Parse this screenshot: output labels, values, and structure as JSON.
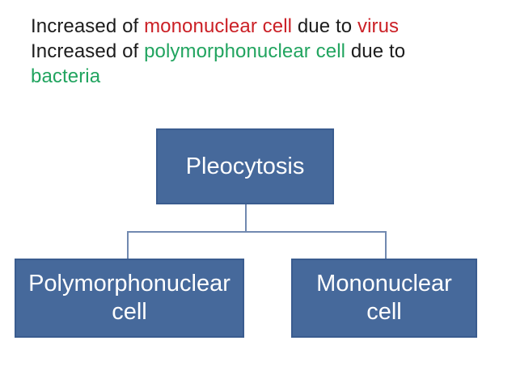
{
  "colors": {
    "slide-bg": "#ffffff",
    "text": "#1c1c1c",
    "red": "#cb2026",
    "green": "#21a45f",
    "node-fill": "#46699b",
    "node-border": "#3a5c8f",
    "node-text": "#ffffff",
    "connector": "#7189b0"
  },
  "caption": {
    "line1": {
      "prefix": "Increased of ",
      "term": "mononuclear cell",
      "middle": " due to ",
      "cause": "virus"
    },
    "line2": {
      "prefix": "Increased of ",
      "term": "polymorphonuclear cell",
      "middle": " due to"
    },
    "line3": {
      "cause": "bacteria"
    }
  },
  "diagram": {
    "root": {
      "label": "Pleocytosis"
    },
    "children": [
      {
        "label": "Polymorphonuclear cell"
      },
      {
        "label": "Mononuclear cell"
      }
    ]
  }
}
